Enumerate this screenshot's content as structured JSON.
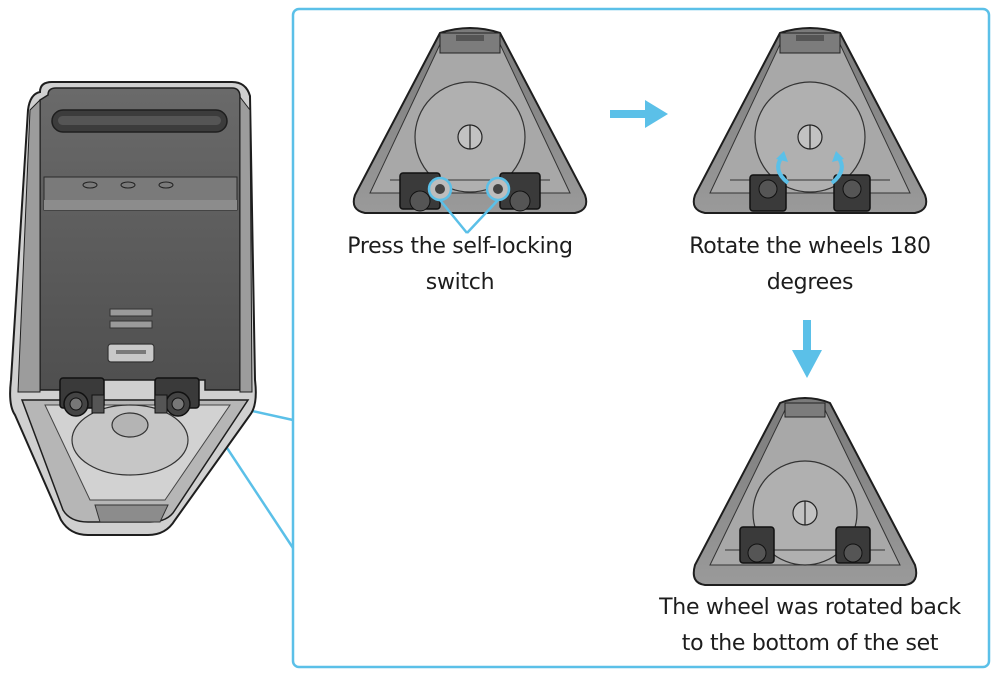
{
  "captions": {
    "press": {
      "line1": "Press the self-locking",
      "line2": "switch"
    },
    "rotate": {
      "line1": "Rotate the wheels 180",
      "line2": "degrees"
    },
    "result": {
      "line1": "The wheel was rotated back",
      "line2": "to the bottom of the set"
    }
  },
  "colors": {
    "accent": "#5bc0e8",
    "body_dark": "#5a5a5a",
    "body_mid": "#8a8a8a",
    "body_light": "#c4c4c4",
    "outline": "#1e1e1e"
  },
  "icons": {
    "arrow_right": "arrow-right-icon",
    "arrow_down": "arrow-down-icon",
    "rotate_left": "rotate-ccw-icon",
    "rotate_right": "rotate-cw-icon"
  }
}
